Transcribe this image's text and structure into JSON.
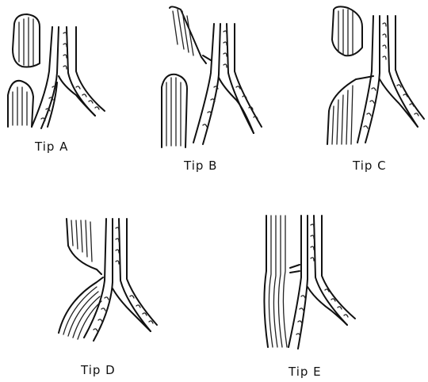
{
  "figure": {
    "panels": [
      {
        "caption": "Tip A",
        "icon": "vessel-bifurcation-tip-a"
      },
      {
        "caption": "Tip B",
        "icon": "vessel-bifurcation-tip-b"
      },
      {
        "caption": "Tip C",
        "icon": "vessel-bifurcation-tip-c"
      },
      {
        "caption": "Tip D",
        "icon": "vessel-bifurcation-tip-d"
      },
      {
        "caption": "Tip E",
        "icon": "vessel-bifurcation-tip-e"
      }
    ],
    "ink_color": "#111111",
    "background_color": "#ffffff"
  }
}
